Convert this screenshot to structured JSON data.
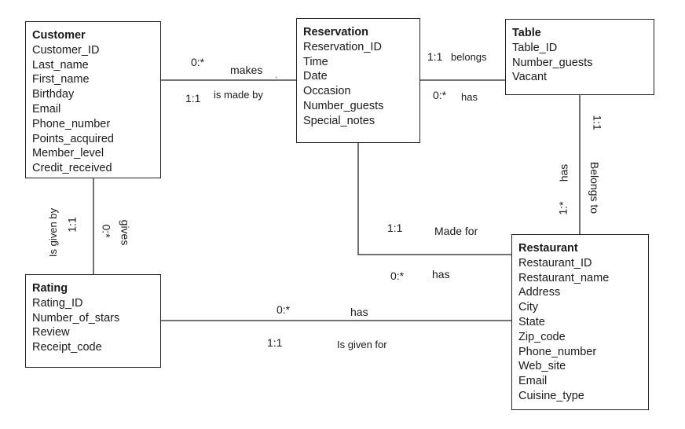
{
  "entities": {
    "customer": {
      "title": "Customer",
      "attributes": [
        "Customer_ID",
        "Last_name",
        "First_name",
        "Birthday",
        "Email",
        "Phone_number",
        "Points_acquired",
        "Member_level",
        "Credit_received"
      ]
    },
    "reservation": {
      "title": "Reservation",
      "attributes": [
        "Reservation_ID",
        "Time",
        "Date",
        "Occasion",
        "Number_guests",
        "Special_notes"
      ]
    },
    "table": {
      "title": "Table",
      "attributes": [
        "Table_ID",
        "Number_guests",
        "Vacant"
      ]
    },
    "rating": {
      "title": "Rating",
      "attributes": [
        "Rating_ID",
        "Number_of_stars",
        "Review",
        "Receipt_code"
      ]
    },
    "restaurant": {
      "title": "Restaurant",
      "attributes": [
        "Restaurant_ID",
        "Restaurant_name",
        "Address",
        "City",
        "State",
        "Zip_code",
        "Phone_number",
        "Web_site",
        "Email",
        "Cuisine_type"
      ]
    }
  },
  "relationships": {
    "customer_reservation": {
      "card_a": "0:*",
      "verb_a": "makes",
      "card_b": "1:1",
      "verb_b": "is made by"
    },
    "reservation_table": {
      "card_a": "1:1",
      "verb_a": "belongs",
      "card_b": "0:*",
      "verb_b": "has"
    },
    "table_restaurant": {
      "card_a": "1:1",
      "verb_a": "Belongs to",
      "card_b": "1:*",
      "verb_b": "has"
    },
    "reservation_restaurant": {
      "card_a": "1:1",
      "verb_a": "Made for",
      "card_b": "0:*",
      "verb_b": "has"
    },
    "customer_rating": {
      "card_a": "1:1",
      "verb_a": "Is given by",
      "card_b": "0:*",
      "verb_b": "gives"
    },
    "rating_restaurant": {
      "card_a": "0:*",
      "verb_a": "has",
      "card_b": "1:1",
      "verb_b": "Is given for"
    }
  }
}
